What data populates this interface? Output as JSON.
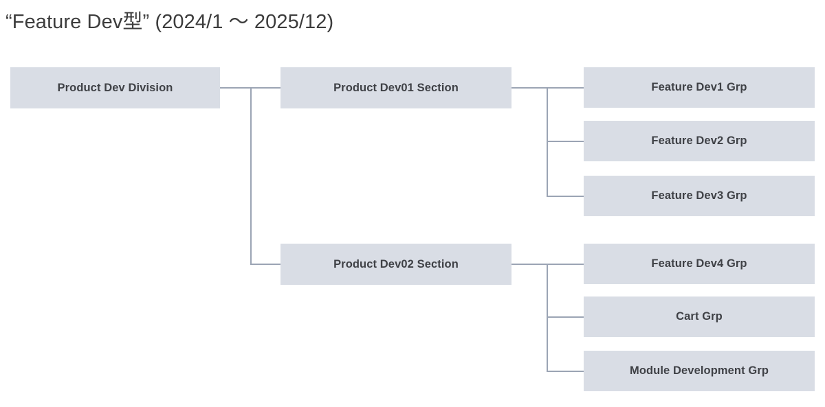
{
  "title": "“Feature Dev型” (2024/1 ～ 2025/12)",
  "colors": {
    "node_fill": "#d9dde5",
    "node_text": "#3f4146",
    "connector": "#9ba4b4",
    "title_text": "#3c3c3c",
    "background": "#ffffff"
  },
  "chart_data": {
    "type": "diagram",
    "diagram_type": "org-chart",
    "title": "“Feature Dev型” (2024/1 ～ 2025/12)",
    "orientation": "left-to-right",
    "levels": 3,
    "nodes": [
      {
        "id": "n1",
        "label": "Product Dev Division",
        "level": 1
      },
      {
        "id": "n2",
        "label": "Product Dev01 Section",
        "level": 2
      },
      {
        "id": "n3",
        "label": "Feature Dev1 Grp",
        "level": 3
      },
      {
        "id": "n4",
        "label": "Feature Dev2 Grp",
        "level": 3
      },
      {
        "id": "n5",
        "label": "Feature Dev3 Grp",
        "level": 3
      },
      {
        "id": "n6",
        "label": "Product Dev02 Section",
        "level": 2
      },
      {
        "id": "n7",
        "label": "Feature Dev4 Grp",
        "level": 3
      },
      {
        "id": "n8",
        "label": "Cart Grp",
        "level": 3
      },
      {
        "id": "n9",
        "label": "Module Development Grp",
        "level": 3
      }
    ],
    "edges": [
      {
        "from": "n1",
        "to": "n2"
      },
      {
        "from": "n1",
        "to": "n6"
      },
      {
        "from": "n2",
        "to": "n3"
      },
      {
        "from": "n2",
        "to": "n4"
      },
      {
        "from": "n2",
        "to": "n5"
      },
      {
        "from": "n6",
        "to": "n7"
      },
      {
        "from": "n6",
        "to": "n8"
      },
      {
        "from": "n6",
        "to": "n9"
      }
    ]
  },
  "nodes": {
    "division": {
      "label": "Product Dev Division"
    },
    "section01": {
      "label": "Product Dev01 Section"
    },
    "section02": {
      "label": "Product Dev02 Section"
    },
    "feature_dev1": {
      "label": "Feature Dev1 Grp"
    },
    "feature_dev2": {
      "label": "Feature Dev2 Grp"
    },
    "feature_dev3": {
      "label": "Feature Dev3 Grp"
    },
    "feature_dev4": {
      "label": "Feature Dev4 Grp"
    },
    "cart": {
      "label": "Cart Grp"
    },
    "module_dev": {
      "label": "Module Development Grp"
    }
  }
}
